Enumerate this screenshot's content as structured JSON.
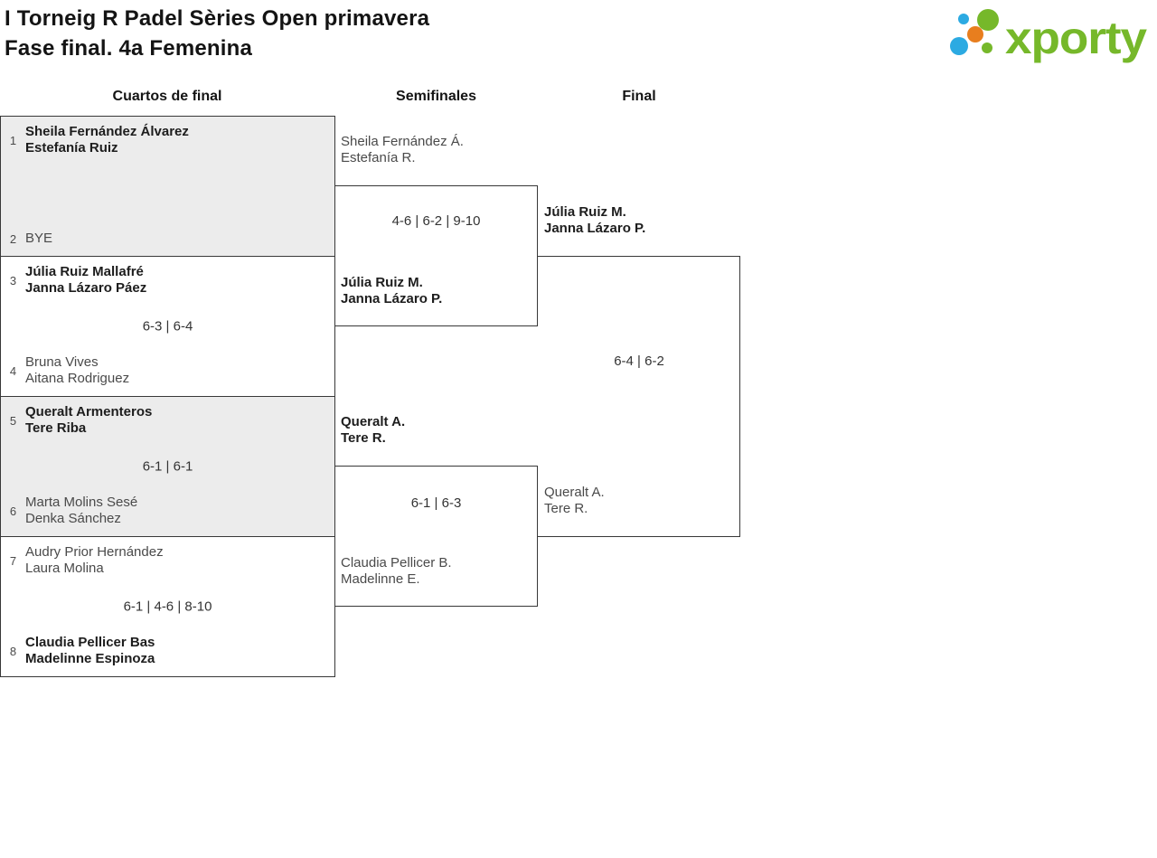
{
  "header": {
    "title_line1": "I Torneig R Padel Sèries Open primavera",
    "title_line2": "Fase final. 4a Femenina",
    "logo_text": "xporty"
  },
  "columns": [
    {
      "label": "Cuartos de final"
    },
    {
      "label": "Semifinales"
    },
    {
      "label": "Final"
    }
  ],
  "quarterfinals": [
    {
      "seed_top": "1",
      "team_top": {
        "line1": "Sheila Fernández Álvarez",
        "line2": "Estefanía Ruiz",
        "winner": true
      },
      "score": "",
      "seed_bottom": "2",
      "team_bottom": {
        "line1": "BYE",
        "winner": false
      }
    },
    {
      "seed_top": "3",
      "team_top": {
        "line1": "Júlia Ruiz Mallafré",
        "line2": "Janna Lázaro Páez",
        "winner": true
      },
      "score": "6-3 | 6-4",
      "seed_bottom": "4",
      "team_bottom": {
        "line1": "Bruna Vives",
        "line2": "Aitana Rodriguez",
        "winner": false
      }
    },
    {
      "seed_top": "5",
      "team_top": {
        "line1": "Queralt Armenteros",
        "line2": "Tere Riba",
        "winner": true
      },
      "score": "6-1 | 6-1",
      "seed_bottom": "6",
      "team_bottom": {
        "line1": "Marta Molins Sesé",
        "line2": "Denka Sánchez",
        "winner": false
      }
    },
    {
      "seed_top": "7",
      "team_top": {
        "line1": "Audry Prior Hernández",
        "line2": "Laura Molina",
        "winner": false
      },
      "score": "6-1 | 4-6 | 8-10",
      "seed_bottom": "8",
      "team_bottom": {
        "line1": "Claudia Pellicer Bas",
        "line2": "Madelinne Espinoza",
        "winner": true
      }
    }
  ],
  "semifinals": [
    {
      "team_top": {
        "line1": "Sheila Fernández Á.",
        "line2": "Estefanía R.",
        "winner": false
      },
      "score": "4-6 | 6-2 | 9-10",
      "team_bottom": {
        "line1": "Júlia Ruiz M.",
        "line2": "Janna Lázaro P.",
        "winner": true
      }
    },
    {
      "team_top": {
        "line1": "Queralt A.",
        "line2": "Tere R.",
        "winner": true
      },
      "score": "6-1 | 6-3",
      "team_bottom": {
        "line1": "Claudia Pellicer B.",
        "line2": "Madelinne E.",
        "winner": false
      }
    }
  ],
  "final": {
    "team_top": {
      "line1": "Júlia Ruiz M.",
      "line2": "Janna Lázaro P.",
      "winner": true
    },
    "score": "6-4 | 6-2",
    "team_bottom": {
      "line1": "Queralt A.",
      "line2": "Tere R.",
      "winner": false
    }
  },
  "colors": {
    "brand_green": "#76b82a",
    "brand_blue": "#2caae2",
    "brand_orange": "#e87e1e",
    "match_fill_gray": "#ececec",
    "bracket_line": "#383838",
    "winner_text": "#1d1d1d",
    "regular_text": "#4a4a4a"
  }
}
